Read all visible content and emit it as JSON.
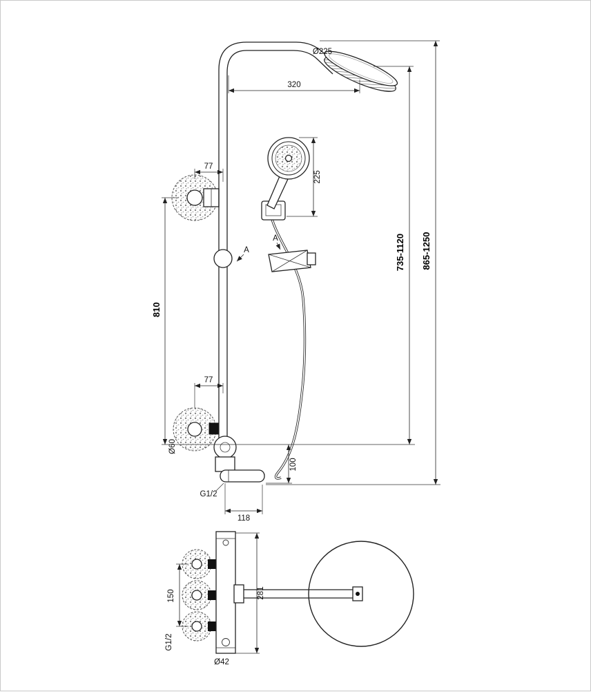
{
  "drawing": {
    "labels": {
      "head_diameter": "Ø225",
      "arm_length": "320",
      "offset_top": "77",
      "handshower_length": "225",
      "section_a_left": "A",
      "section_a_right": "A",
      "range_inner": "735-1120",
      "range_outer": "865-1250",
      "bar_length": "810",
      "offset_bottom": "77",
      "flange_diameter": "Ø60",
      "spout_drop": "100",
      "spout_thread": "G1/2",
      "spout_reach": "118",
      "valve_spacing": "150",
      "valve_thread": "G1/2",
      "valve_height": "281",
      "valve_diameter": "Ø42"
    }
  }
}
